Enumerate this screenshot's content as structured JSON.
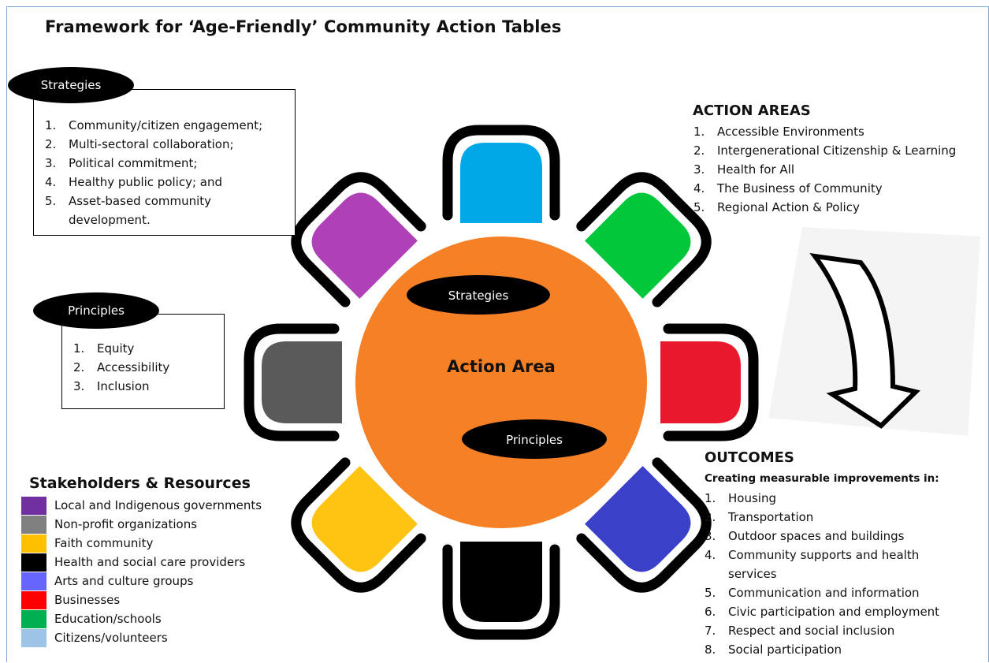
{
  "title": "Framework for ‘Age-Friendly’ Community Action Tables",
  "strategies_box": {
    "tag": "Strategies",
    "items": [
      {
        "n": "1.",
        "t": "Community/citizen engagement;"
      },
      {
        "n": "2.",
        "t": "Multi-sectoral collaboration;"
      },
      {
        "n": "3.",
        "t": "Political commitment;"
      },
      {
        "n": "4.",
        "t": "Healthy public policy; and"
      },
      {
        "n": "5.",
        "t": "Asset-based community development."
      }
    ]
  },
  "principles_box": {
    "tag": "Principles",
    "items": [
      {
        "n": "1.",
        "t": "Equity"
      },
      {
        "n": "2.",
        "t": "Accessibility"
      },
      {
        "n": "3.",
        "t": "Inclusion"
      }
    ]
  },
  "stakeholders": {
    "heading": "Stakeholders & Resources",
    "items": [
      {
        "label": "Local and Indigenous governments",
        "color": "#7030a0"
      },
      {
        "label": "Non-profit organizations",
        "color": "#808080"
      },
      {
        "label": "Faith community",
        "color": "#ffc000"
      },
      {
        "label": "Health and social care providers",
        "color": "#000000"
      },
      {
        "label": "Arts and culture groups",
        "color": "#6666ff"
      },
      {
        "label": "Businesses",
        "color": "#ff0000"
      },
      {
        "label": "Education/schools",
        "color": "#00b050"
      },
      {
        "label": "Citizens/volunteers",
        "color": "#9dc3e6"
      }
    ]
  },
  "table": {
    "center_label": "Action Area",
    "strategies_tag": "Strategies",
    "principles_tag": "Principles",
    "table_color": "#f58025",
    "chairs": [
      {
        "position": "top",
        "color": "#00a8e8"
      },
      {
        "position": "top-right",
        "color": "#00c83a"
      },
      {
        "position": "right",
        "color": "#e8192c"
      },
      {
        "position": "bottom-right",
        "color": "#3a40c8"
      },
      {
        "position": "bottom",
        "color": "#000000"
      },
      {
        "position": "bottom-left",
        "color": "#ffc312"
      },
      {
        "position": "left",
        "color": "#5a5a5a"
      },
      {
        "position": "top-left",
        "color": "#b040b8"
      }
    ]
  },
  "action_areas": {
    "heading": "ACTION AREAS",
    "items": [
      {
        "n": "1.",
        "t": "Accessible Environments"
      },
      {
        "n": "2.",
        "t": "Intergenerational Citizenship & Learning"
      },
      {
        "n": "3.",
        "t": "Health for All"
      },
      {
        "n": "4.",
        "t": "The Business of Community"
      },
      {
        "n": "5.",
        "t": "Regional Action & Policy"
      }
    ]
  },
  "outcomes": {
    "heading": "OUTCOMES",
    "subheading": "Creating measurable improvements in:",
    "items": [
      {
        "n": "1.",
        "t": "Housing"
      },
      {
        "n": "2.",
        "t": "Transportation"
      },
      {
        "n": "3.",
        "t": "Outdoor spaces and buildings"
      },
      {
        "n": "4.",
        "t": "Community supports and health services"
      },
      {
        "n": "5.",
        "t": "Communication and information"
      },
      {
        "n": "6.",
        "t": "Civic participation and employment"
      },
      {
        "n": "7.",
        "t": "Respect and social inclusion"
      },
      {
        "n": "8.",
        "t": "Social participation"
      }
    ]
  }
}
